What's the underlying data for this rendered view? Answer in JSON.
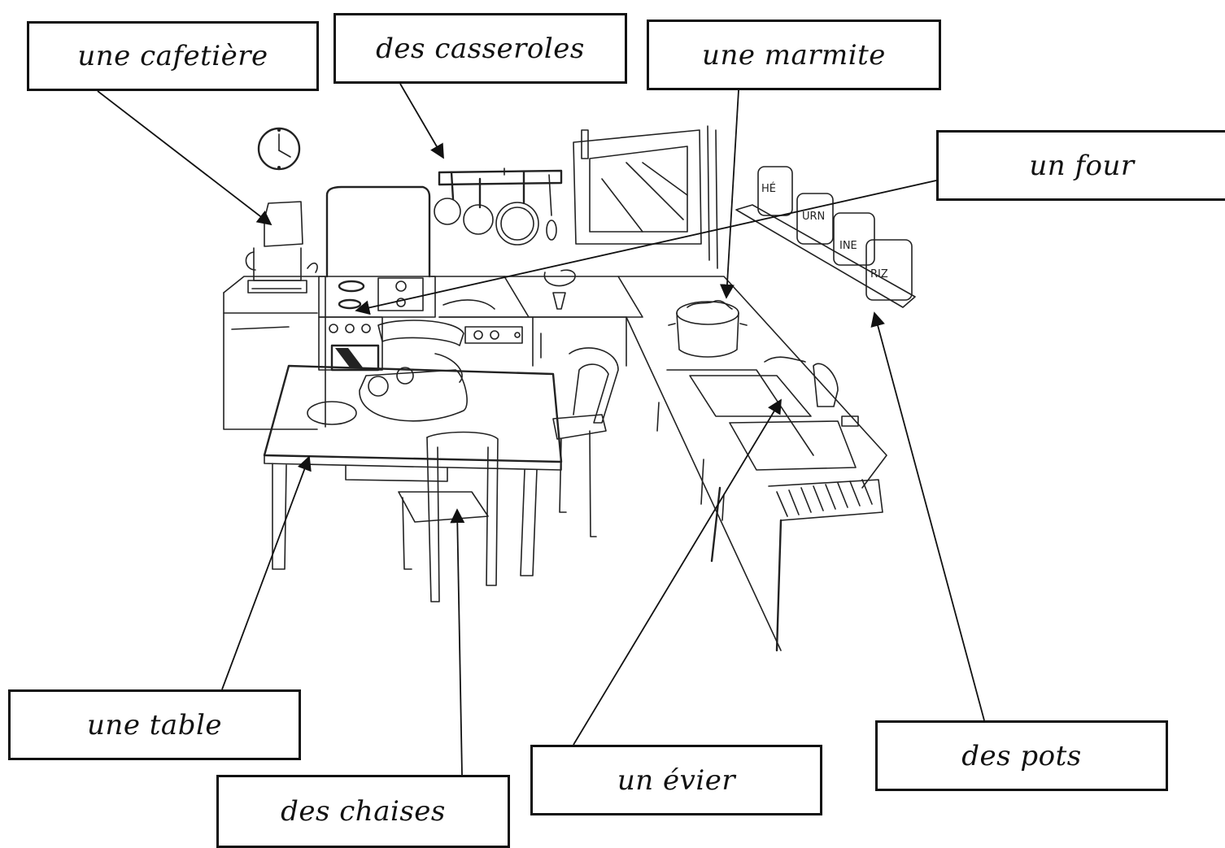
{
  "labels": {
    "cafetiere": "une cafetière",
    "casseroles": "des casseroles",
    "marmite": "une marmite",
    "four": "un four",
    "table": "une table",
    "chaises": "des chaises",
    "evier": "un évier",
    "pots": "des pots"
  },
  "jars": {
    "jar1": "HÉ",
    "jar2": "URN",
    "jar3": "INE",
    "jar4": "RIZ"
  },
  "colors": {
    "ink": "#111111",
    "paper": "#ffffff"
  }
}
